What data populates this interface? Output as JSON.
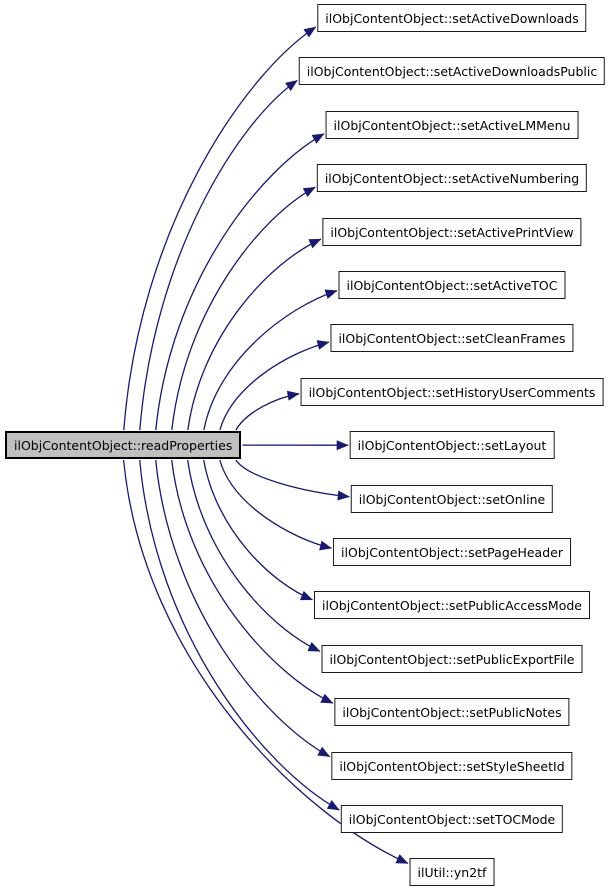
{
  "diagram": {
    "type": "doxygen-caller-graph",
    "background": "#ffffff",
    "edge_color": "#191970",
    "node_border_color": "#1a1a1a",
    "text_color": "#000000",
    "main_node": {
      "label": "ilObjContentObject::readProperties",
      "fill": "#c0c0c0",
      "border": "#000000"
    },
    "callees": [
      {
        "label": "ilObjContentObject::setActiveDownloads"
      },
      {
        "label": "ilObjContentObject::setActiveDownloadsPublic"
      },
      {
        "label": "ilObjContentObject::setActiveLMMenu"
      },
      {
        "label": "ilObjContentObject::setActiveNumbering"
      },
      {
        "label": "ilObjContentObject::setActivePrintView"
      },
      {
        "label": "ilObjContentObject::setActiveTOC"
      },
      {
        "label": "ilObjContentObject::setCleanFrames"
      },
      {
        "label": "ilObjContentObject::setHistoryUserComments"
      },
      {
        "label": "ilObjContentObject::setLayout"
      },
      {
        "label": "ilObjContentObject::setOnline"
      },
      {
        "label": "ilObjContentObject::setPageHeader"
      },
      {
        "label": "ilObjContentObject::setPublicAccessMode"
      },
      {
        "label": "ilObjContentObject::setPublicExportFile"
      },
      {
        "label": "ilObjContentObject::setPublicNotes"
      },
      {
        "label": "ilObjContentObject::setStyleSheetId"
      },
      {
        "label": "ilObjContentObject::setTOCMode"
      },
      {
        "label": "ilUtil::yn2tf"
      }
    ]
  }
}
